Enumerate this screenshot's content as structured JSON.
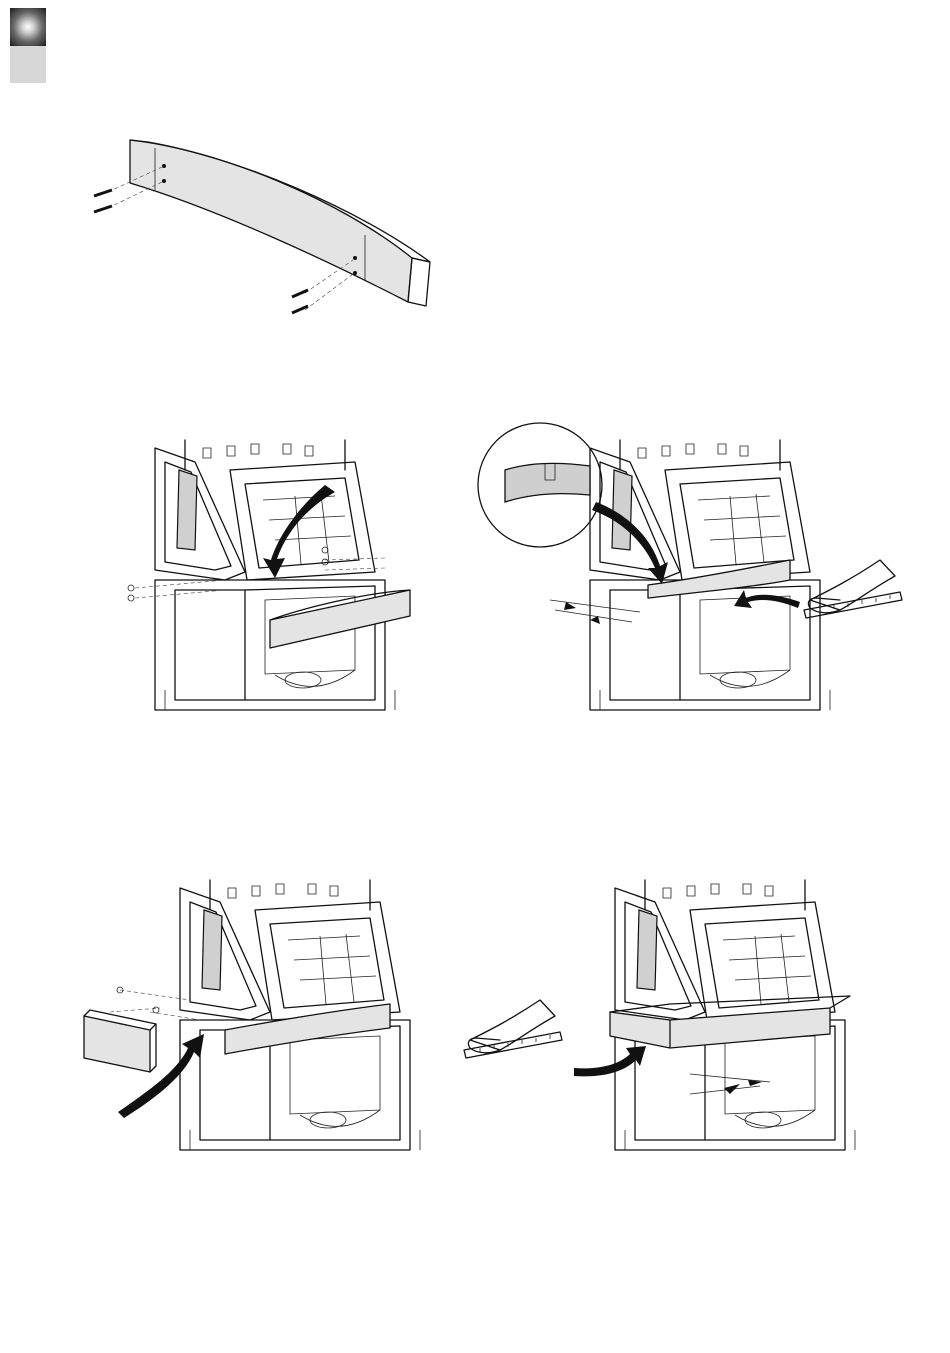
{
  "page": {
    "background": "#ffffff",
    "tab_colors": {
      "dark": "#1c1c1c",
      "light": "#d7d7d7"
    }
  },
  "figures": [
    {
      "name": "figure-front-panel-with-screws",
      "icons": [
        "curved-panel-icon",
        "screw-icon"
      ]
    },
    {
      "name": "figure-place-panel-on-stove",
      "icons": [
        "stove-frame-icon",
        "curved-panel-icon",
        "down-arrow-icon",
        "washer-icon"
      ]
    },
    {
      "name": "figure-align-panel-with-detail",
      "icons": [
        "detail-magnifier-icon",
        "hand-icon",
        "ruler-icon"
      ]
    },
    {
      "name": "figure-attach-side-panel",
      "icons": [
        "side-panel-icon",
        "up-arrow-icon",
        "screw-icon"
      ]
    },
    {
      "name": "figure-final-alignment",
      "icons": [
        "hand-icon",
        "ruler-icon",
        "stove-frame-icon"
      ]
    }
  ]
}
